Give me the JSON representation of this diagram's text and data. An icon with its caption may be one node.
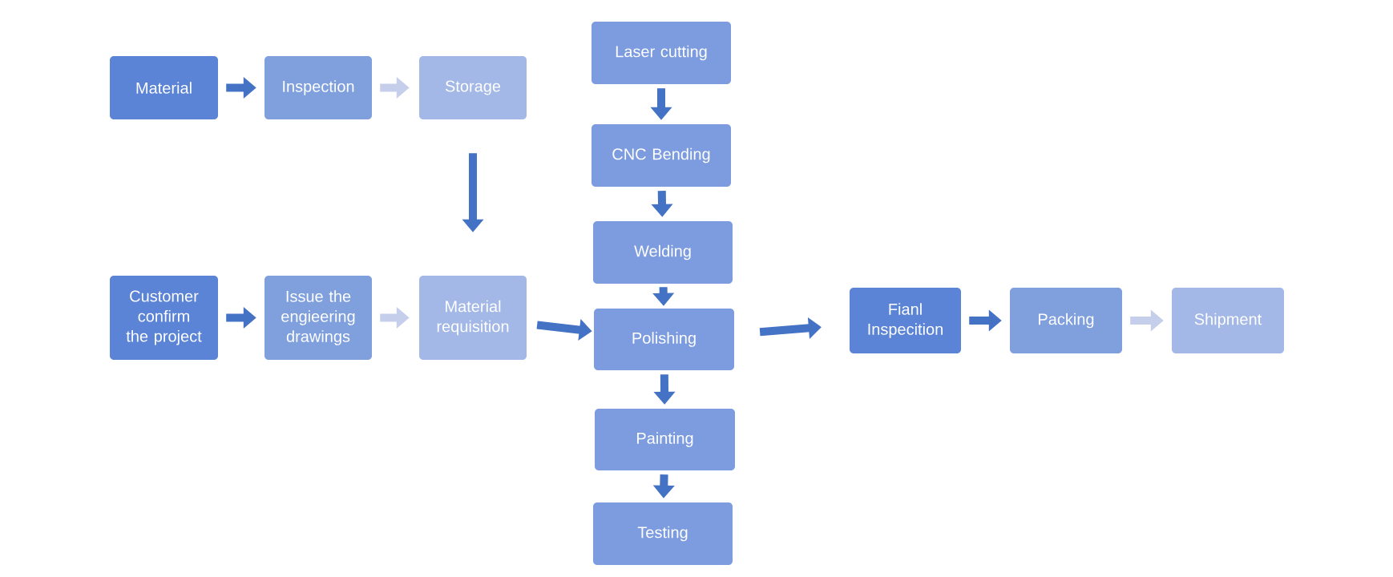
{
  "diagram": {
    "nodes": [
      {
        "text": [
          "Material"
        ]
      },
      {
        "text": [
          "Inspection"
        ]
      },
      {
        "text": [
          "Storage"
        ]
      },
      {
        "text": [
          "Customer confirm the project"
        ]
      },
      {
        "text": [
          "Issue the engieering drawings"
        ]
      },
      {
        "text": [
          "Material requisition"
        ]
      },
      {
        "text": [
          "Laser cutting"
        ]
      },
      {
        "text": [
          "CNC Bending"
        ]
      },
      {
        "text": [
          "Welding"
        ]
      },
      {
        "text": [
          "Polishing"
        ]
      },
      {
        "text": [
          "Painting"
        ]
      },
      {
        "text": [
          "Testing"
        ]
      },
      {
        "text": [
          "Fianl Inspecition"
        ]
      },
      {
        "text": [
          "Packing"
        ]
      },
      {
        "text": [
          "Shipment"
        ]
      }
    ],
    "edges": [
      {
        "from": 0,
        "to": 1,
        "arrow": "to"
      },
      {
        "from": 1,
        "to": 2,
        "arrow": "to",
        "color": "#c5cfec"
      },
      {
        "from": 2,
        "to": 5,
        "arrow": "to"
      },
      {
        "from": 3,
        "to": 4,
        "arrow": "to"
      },
      {
        "from": 4,
        "to": 5,
        "arrow": "to",
        "color": "#c5cfec"
      },
      {
        "from": 5,
        "to": 9,
        "arrow": "to"
      },
      {
        "from": 6,
        "to": 7,
        "arrow": "to"
      },
      {
        "from": 7,
        "to": 8,
        "arrow": "to"
      },
      {
        "from": 8,
        "to": 9,
        "arrow": "to"
      },
      {
        "from": 9,
        "to": 10,
        "arrow": "to"
      },
      {
        "from": 10,
        "to": 11,
        "arrow": "to"
      },
      {
        "from": 9,
        "to": 12,
        "arrow": "to"
      },
      {
        "from": 12,
        "to": 13,
        "arrow": "to"
      },
      {
        "from": 13,
        "to": 14,
        "arrow": "to",
        "color": "#c5cfec"
      }
    ]
  }
}
